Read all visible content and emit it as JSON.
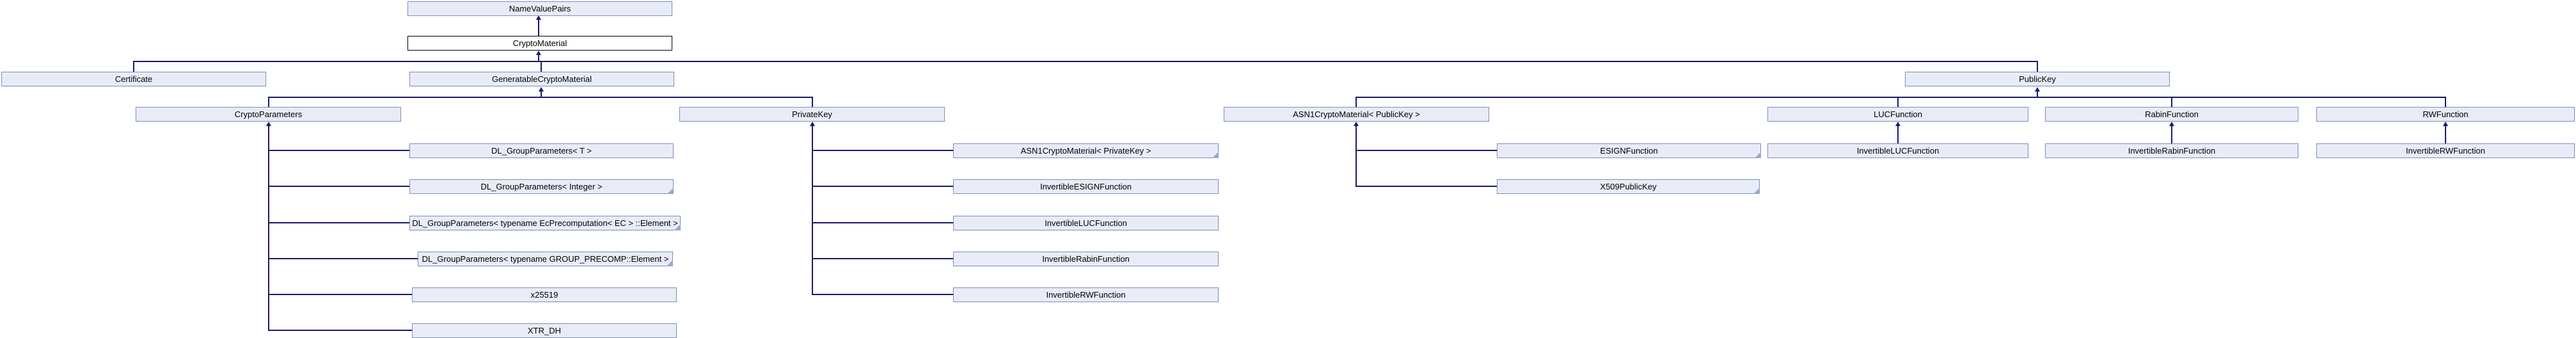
{
  "diagram": {
    "type": "class-inheritance-graph",
    "root_class": "CryptoMaterial"
  },
  "colors": {
    "node_fill": "#E9ECF6",
    "node_border": "#7B8DC0",
    "highlight_fill": "#FFFFFF",
    "highlight_border": "#000000",
    "edge": "#191970",
    "fold_corner": "#96A8D0",
    "text": "#000000",
    "background": "#FFFFFF"
  },
  "nodes": {
    "name_value_pairs": {
      "label": "NameValuePairs",
      "inherits": []
    },
    "crypto_material": {
      "label": "CryptoMaterial",
      "inherits": [
        "NameValuePairs"
      ]
    },
    "certificate": {
      "label": "Certificate",
      "inherits": [
        "CryptoMaterial"
      ]
    },
    "generatable_crypto_material": {
      "label": "GeneratableCryptoMaterial",
      "inherits": [
        "CryptoMaterial"
      ]
    },
    "public_key": {
      "label": "PublicKey",
      "inherits": [
        "CryptoMaterial"
      ]
    },
    "crypto_parameters": {
      "label": "CryptoParameters",
      "inherits": [
        "GeneratableCryptoMaterial"
      ]
    },
    "private_key": {
      "label": "PrivateKey",
      "inherits": [
        "GeneratableCryptoMaterial"
      ]
    },
    "asn1_crypto_material_public_key": {
      "label": "ASN1CryptoMaterial< PublicKey >",
      "inherits": [
        "PublicKey"
      ]
    },
    "luc_function": {
      "label": "LUCFunction",
      "inherits": [
        "PublicKey"
      ]
    },
    "rabin_function": {
      "label": "RabinFunction",
      "inherits": [
        "PublicKey"
      ]
    },
    "rw_function": {
      "label": "RWFunction",
      "inherits": [
        "PublicKey"
      ]
    },
    "dl_group_parameters_t": {
      "label": "DL_GroupParameters< T >",
      "inherits": [
        "CryptoParameters"
      ]
    },
    "dl_group_parameters_integer": {
      "label": "DL_GroupParameters< Integer >",
      "inherits": [
        "CryptoParameters"
      ]
    },
    "dl_group_parameters_ec": {
      "label": "DL_GroupParameters< typename EcPrecomputation< EC > ::Element >",
      "inherits": [
        "CryptoParameters"
      ]
    },
    "dl_group_parameters_group_precomp": {
      "label": "DL_GroupParameters< typename GROUP_PRECOMP::Element >",
      "inherits": [
        "CryptoParameters"
      ]
    },
    "x25519": {
      "label": "x25519",
      "inherits": [
        "CryptoParameters"
      ]
    },
    "xtr_dh": {
      "label": "XTR_DH",
      "inherits": [
        "CryptoParameters"
      ]
    },
    "asn1_crypto_material_private_key": {
      "label": "ASN1CryptoMaterial< PrivateKey >",
      "inherits": [
        "PrivateKey"
      ]
    },
    "invertible_esign_function": {
      "label": "InvertibleESIGNFunction",
      "inherits": [
        "PrivateKey"
      ]
    },
    "invertible_luc_function_left": {
      "label": "InvertibleLUCFunction",
      "inherits": [
        "PrivateKey"
      ]
    },
    "invertible_rabin_function_left": {
      "label": "InvertibleRabinFunction",
      "inherits": [
        "PrivateKey"
      ]
    },
    "invertible_rw_function_left": {
      "label": "InvertibleRWFunction",
      "inherits": [
        "PrivateKey"
      ]
    },
    "esign_function": {
      "label": "ESIGNFunction",
      "inherits": [
        "ASN1CryptoMaterial< PublicKey >"
      ]
    },
    "x509_public_key": {
      "label": "X509PublicKey",
      "inherits": [
        "ASN1CryptoMaterial< PublicKey >"
      ]
    },
    "invertible_luc_function_right": {
      "label": "InvertibleLUCFunction",
      "inherits": [
        "LUCFunction"
      ]
    },
    "invertible_rabin_function_right": {
      "label": "InvertibleRabinFunction",
      "inherits": [
        "RabinFunction"
      ]
    },
    "invertible_rw_function_right": {
      "label": "InvertibleRWFunction",
      "inherits": [
        "RWFunction"
      ]
    }
  }
}
